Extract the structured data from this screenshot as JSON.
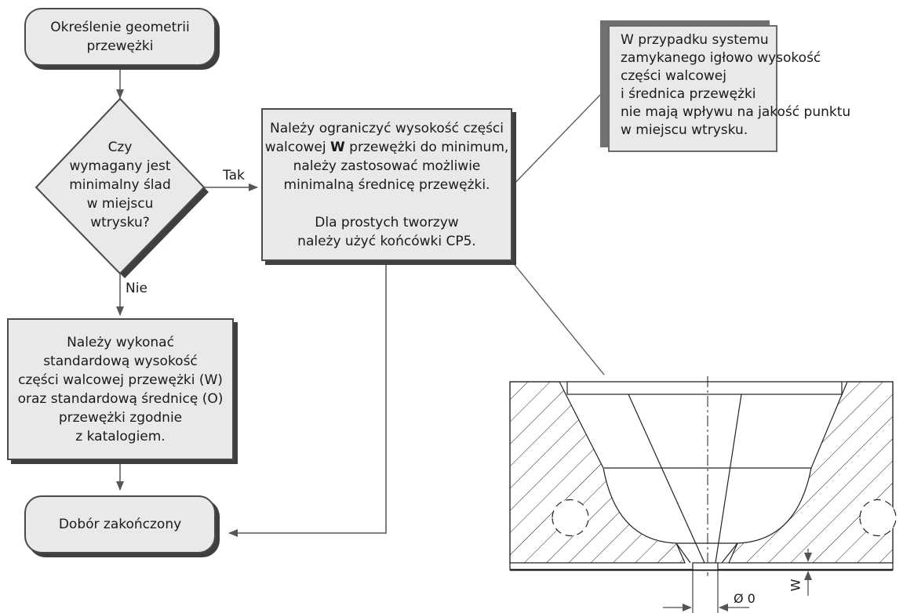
{
  "flowchart": {
    "start": {
      "lines": [
        "Określenie geometrii",
        "przewężki"
      ]
    },
    "decision": {
      "lines": [
        "Czy",
        "wymagany jest",
        "minimalny ślad",
        "w miejscu",
        "wtrysku?"
      ]
    },
    "yes_label": "Tak",
    "no_label": "Nie",
    "yes_box": {
      "lines": [
        [
          "Należy ograniczyć wysokość części"
        ],
        [
          "walcowej ",
          "W",
          " przewężki do minimum,"
        ],
        [
          "należy zastosować możliwie"
        ],
        [
          "minimalną średnicę przewężki."
        ],
        [
          ""
        ],
        [
          "Dla prostych tworzyw"
        ],
        [
          "należy użyć końcówki CP5."
        ]
      ]
    },
    "no_box": {
      "lines": [
        "Należy wykonać",
        "standardową wysokość",
        "części walcowej przewężki (W)",
        "oraz standardową średnicę (O)",
        "przewężki zgodnie",
        "z katalogiem."
      ]
    },
    "end": {
      "text": "Dobór zakończony"
    }
  },
  "note": {
    "lines": [
      "W przypadku systemu",
      "zamykanego igłowo wysokość",
      "części walcowej",
      "i średnica przewężki",
      "nie mają wpływu na jakość punktu",
      "w miejscu wtrysku."
    ]
  },
  "drawing": {
    "dim_diameter": "Ø 0",
    "dim_height": "W"
  },
  "colors": {
    "box_fill": "#e9e9e9",
    "shadow": "#3f3f3f",
    "line": "#555555"
  }
}
